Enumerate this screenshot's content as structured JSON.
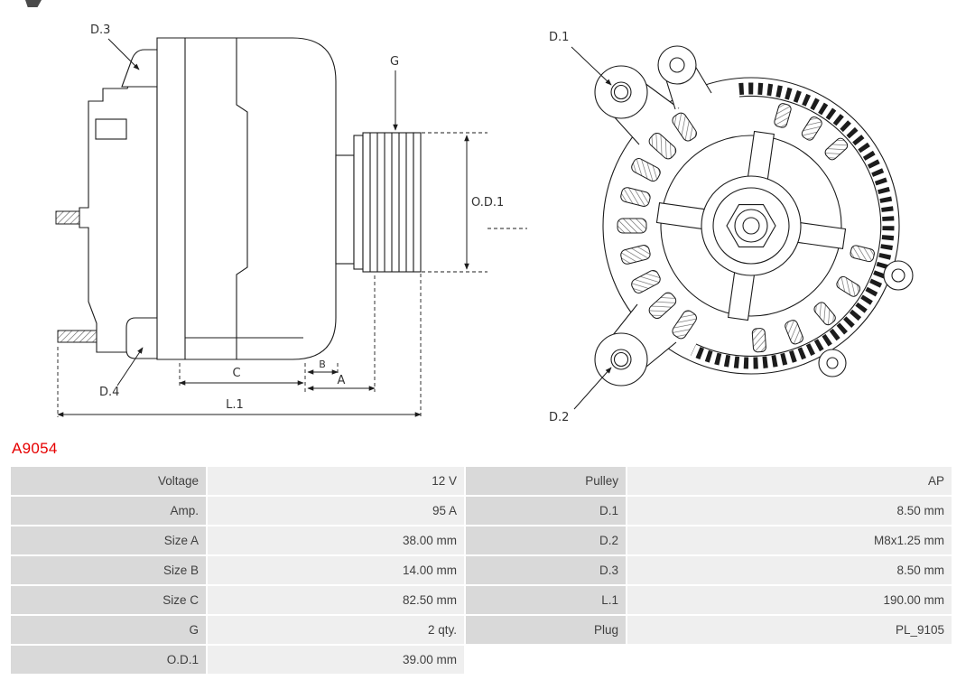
{
  "part_number": "A9054",
  "colors": {
    "part_number": "#e60000",
    "table_label_bg": "#d9d9d9",
    "table_value_bg": "#efefef"
  },
  "diagram": {
    "side_view_labels": {
      "d3": "D.3",
      "d4": "D.4",
      "g": "G",
      "od1": "O.D.1",
      "a": "A",
      "b": "B",
      "c": "C",
      "l1": "L.1"
    },
    "front_view_labels": {
      "d1": "D.1",
      "d2": "D.2"
    }
  },
  "spec_table": {
    "rows": [
      {
        "label_left": "Voltage",
        "value_left": "12 V",
        "label_right": "Pulley",
        "value_right": "AP"
      },
      {
        "label_left": "Amp.",
        "value_left": "95 A",
        "label_right": "D.1",
        "value_right": "8.50 mm"
      },
      {
        "label_left": "Size A",
        "value_left": "38.00 mm",
        "label_right": "D.2",
        "value_right": "M8x1.25 mm"
      },
      {
        "label_left": "Size B",
        "value_left": "14.00 mm",
        "label_right": "D.3",
        "value_right": "8.50 mm"
      },
      {
        "label_left": "Size C",
        "value_left": "82.50 mm",
        "label_right": "L.1",
        "value_right": "190.00 mm"
      },
      {
        "label_left": "G",
        "value_left": "2 qty.",
        "label_right": "Plug",
        "value_right": "PL_9105"
      },
      {
        "label_left": "O.D.1",
        "value_left": "39.00 mm",
        "label_right": "",
        "value_right": ""
      }
    ]
  }
}
